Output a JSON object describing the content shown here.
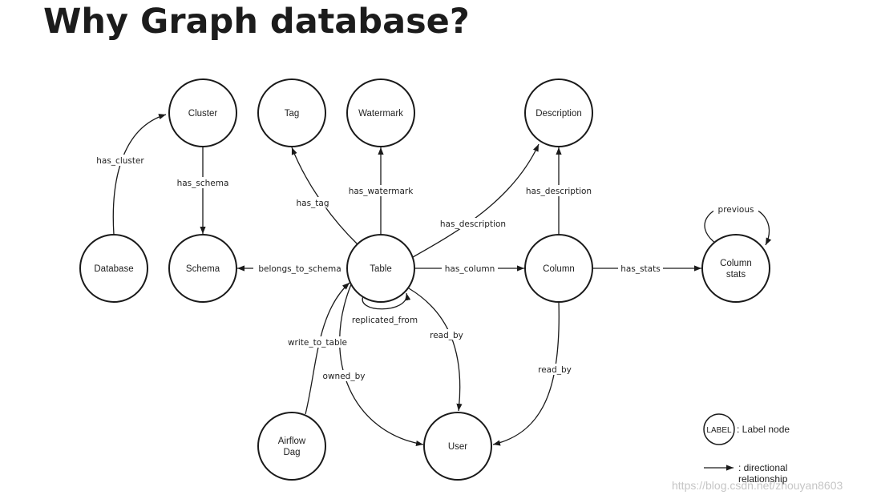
{
  "title": "Why Graph database?",
  "nodes": {
    "cluster": "Cluster",
    "tag": "Tag",
    "watermark": "Watermark",
    "description": "Description",
    "database": "Database",
    "schema": "Schema",
    "table": "Table",
    "column": "Column",
    "column_stats_line1": "Column",
    "column_stats_line2": "stats",
    "airflow_dag_line1": "Airflow",
    "airflow_dag_line2": "Dag",
    "user": "User"
  },
  "edges": {
    "has_cluster": "has_cluster",
    "has_schema": "has_schema",
    "has_tag": "has_tag",
    "has_watermark": "has_watermark",
    "table_has_description": "has_description",
    "column_has_description": "has_description",
    "previous": "previous",
    "belongs_to_schema": "belongs_to_schema",
    "has_column": "has_column",
    "has_stats": "has_stats",
    "replicated_from": "replicated_from",
    "write_to_table": "write_to_table",
    "table_read_by": "read_by",
    "column_read_by": "read_by",
    "owned_by": "owned_by"
  },
  "legend": {
    "node_sample": "LABEL",
    "node_text": ": Label node",
    "rel_line1": ": directional",
    "rel_line2": "relationship"
  },
  "watermark_text": "https://blog.csdn.net/zhouyan8603"
}
